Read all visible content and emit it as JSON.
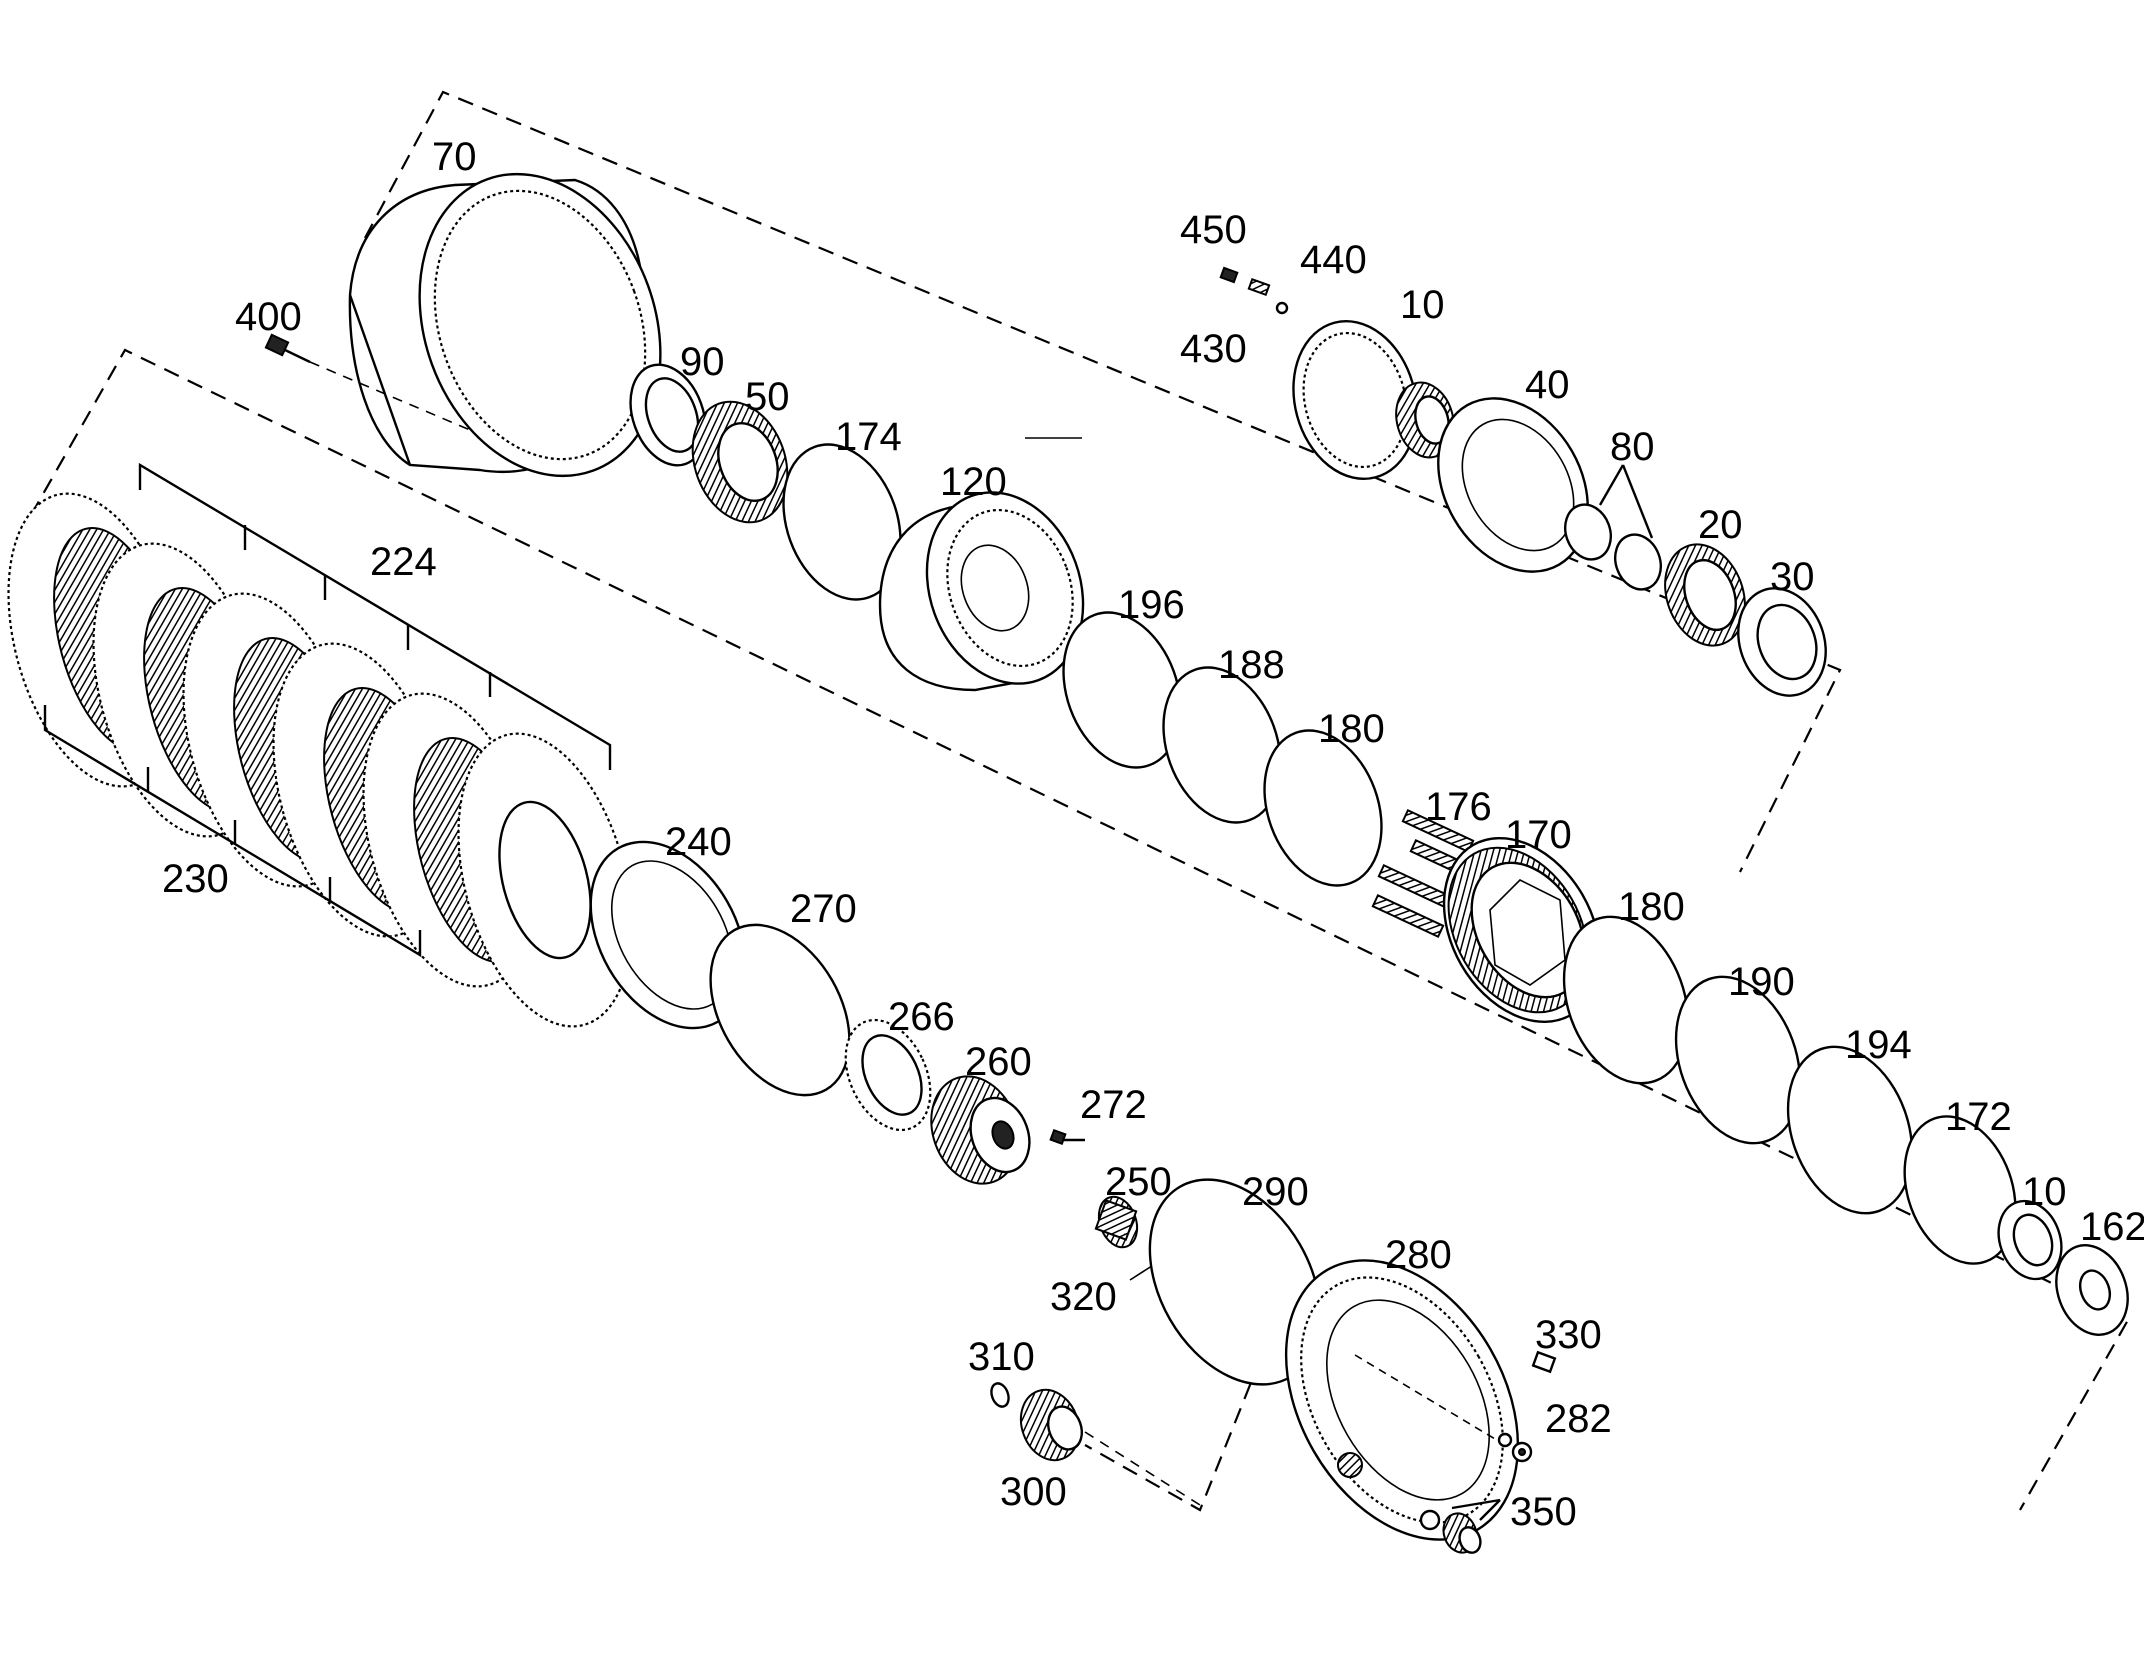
{
  "labels": {
    "p70": "70",
    "p400": "400",
    "p90": "90",
    "p50": "50",
    "p174": "174",
    "p120": "120",
    "p450": "450",
    "p440": "440",
    "p430": "430",
    "p10a": "10",
    "p40": "40",
    "p80": "80",
    "p20": "20",
    "p30": "30",
    "p196": "196",
    "p188": "188",
    "p180a": "180",
    "p176": "176",
    "p170": "170",
    "p180b": "180",
    "p190": "190",
    "p194": "194",
    "p172": "172",
    "p10b": "10",
    "p162": "162",
    "p224": "224",
    "p230": "230",
    "p240": "240",
    "p270": "270",
    "p266": "266",
    "p260": "260",
    "p272": "272",
    "p250": "250",
    "p320": "320",
    "p290": "290",
    "p280": "280",
    "p330": "330",
    "p282": "282",
    "p310": "310",
    "p300": "300",
    "p350": "350"
  }
}
